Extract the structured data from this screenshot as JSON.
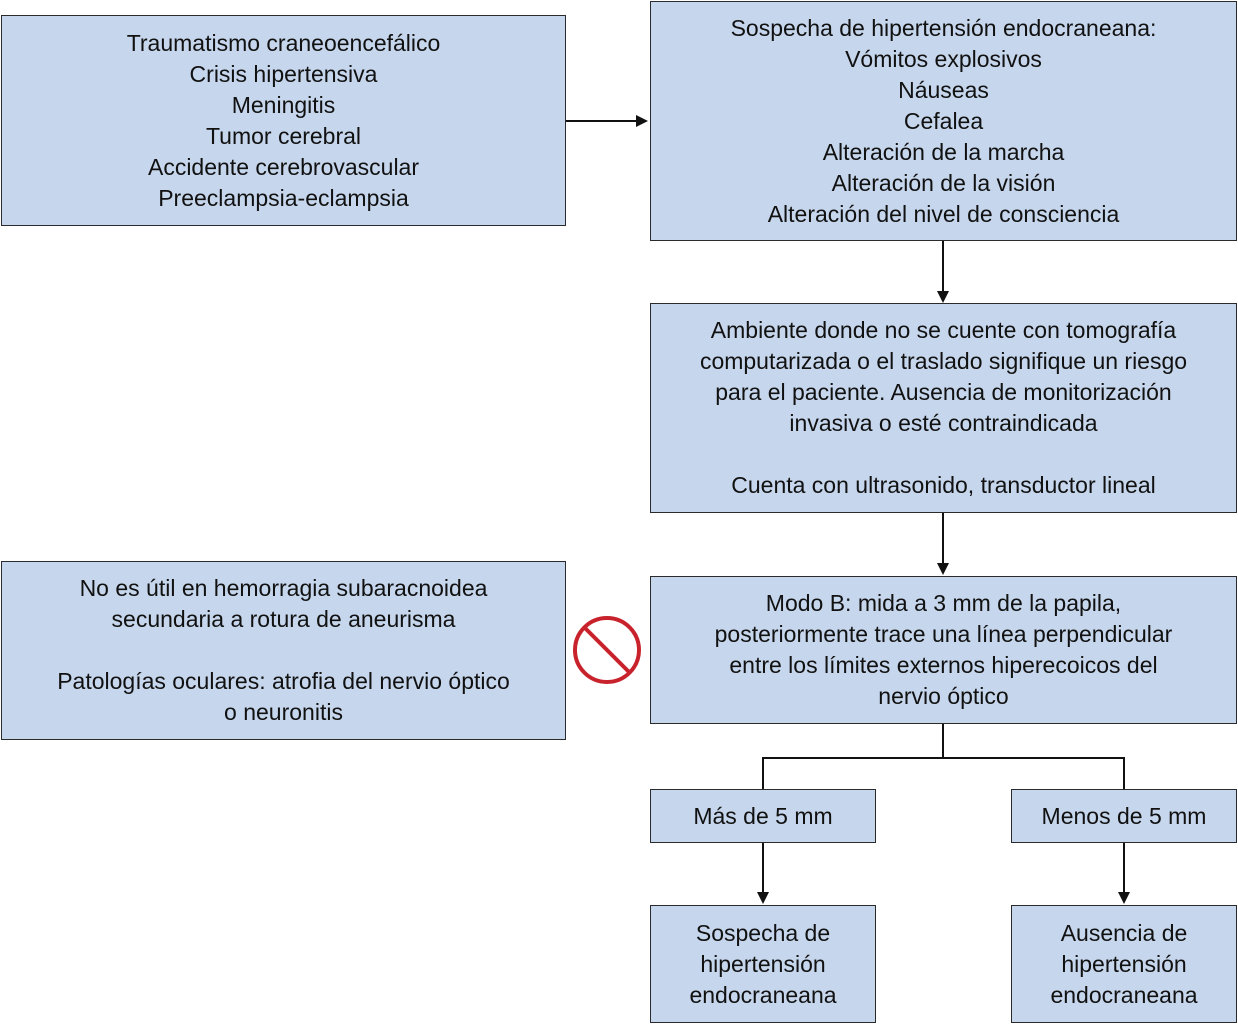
{
  "causes": {
    "lines": [
      "Traumatismo craneoencefálico",
      "Crisis hipertensiva",
      "Meningitis",
      "Tumor cerebral",
      "Accidente cerebrovascular",
      "Preeclampsia-eclampsia"
    ]
  },
  "suspicion": {
    "lines": [
      "Sospecha de hipertensión endocraneana:",
      "Vómitos explosivos",
      "Náuseas",
      "Cefalea",
      "Alteración de la marcha",
      "Alteración de la visión",
      "Alteración del nivel de consciencia"
    ]
  },
  "setting": {
    "lines": [
      "Ambiente donde no se cuente con tomografía",
      "computarizada o el traslado signifique un riesgo",
      "para el paciente. Ausencia de monitorización",
      "invasiva o esté contraindicada"
    ],
    "note": "Cuenta con ultrasonido, transductor lineal"
  },
  "mode_b": {
    "lines": [
      "Modo B: mida a 3 mm de la papila,",
      "posteriormente trace una línea perpendicular",
      "entre los límites externos hiperecoicos del",
      "nervio óptico"
    ]
  },
  "limitations": {
    "lines_a": [
      "No es útil en hemorragia subaracnoidea",
      "secundaria a rotura de aneurisma"
    ],
    "lines_b": [
      "Patologías oculares: atrofia del nervio óptico",
      "o neuronitis"
    ]
  },
  "prohibited_icon": {
    "icon": "prohibited-icon",
    "color": "#c8232c"
  },
  "more_than": {
    "label": "Más de 5 mm"
  },
  "less_than": {
    "label": "Menos de 5 mm"
  },
  "result_positive": {
    "lines": [
      "Sospecha de",
      "hipertensión",
      "endocraneana"
    ]
  },
  "result_negative": {
    "lines": [
      "Ausencia de",
      "hipertensión",
      "endocraneana"
    ]
  },
  "colors": {
    "box_fill": "#c6d6ec",
    "box_border": "#2b2b2b"
  }
}
